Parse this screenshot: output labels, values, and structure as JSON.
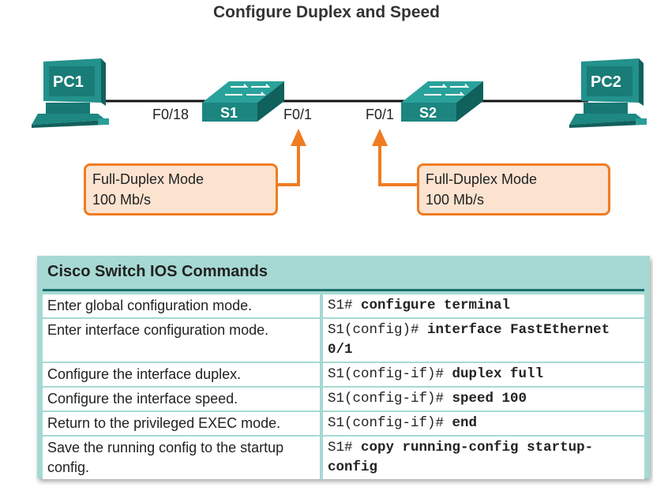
{
  "title": "Configure Duplex and Speed",
  "devices": {
    "pc1": "PC1",
    "pc2": "PC2",
    "s1": "S1",
    "s2": "S2"
  },
  "ports": {
    "s1_left": "F0/18",
    "s1_right": "F0/1",
    "s2_left": "F0/1"
  },
  "callouts": [
    {
      "line1": "Full-Duplex Mode",
      "line2": "100 Mb/s"
    },
    {
      "line1": "Full-Duplex Mode",
      "line2": "100 Mb/s"
    }
  ],
  "commands": {
    "header": "Cisco Switch IOS Commands",
    "rows": [
      {
        "description": "Enter global configuration mode.",
        "prompt": "S1#",
        "command": "configure terminal"
      },
      {
        "description": "Enter interface configuration mode.",
        "prompt": "S1(config)#",
        "command": "interface FastEthernet 0/1"
      },
      {
        "description": "Configure the interface duplex.",
        "prompt": "S1(config-if)#",
        "command": "duplex full"
      },
      {
        "description": "Configure the interface speed.",
        "prompt": "S1(config-if)#",
        "command": "speed 100"
      },
      {
        "description": "Return to the privileged EXEC mode.",
        "prompt": "S1(config-if)#",
        "command": "end"
      },
      {
        "description": "Save the running config to the startup config.",
        "prompt": "S1#",
        "command": "copy running-config startup-config"
      }
    ]
  },
  "colors": {
    "device_teal": "#1f8f8a",
    "callout_border": "#f07c22",
    "callout_fill": "#fbe3d0",
    "panel_bg": "#a6d9d3"
  }
}
